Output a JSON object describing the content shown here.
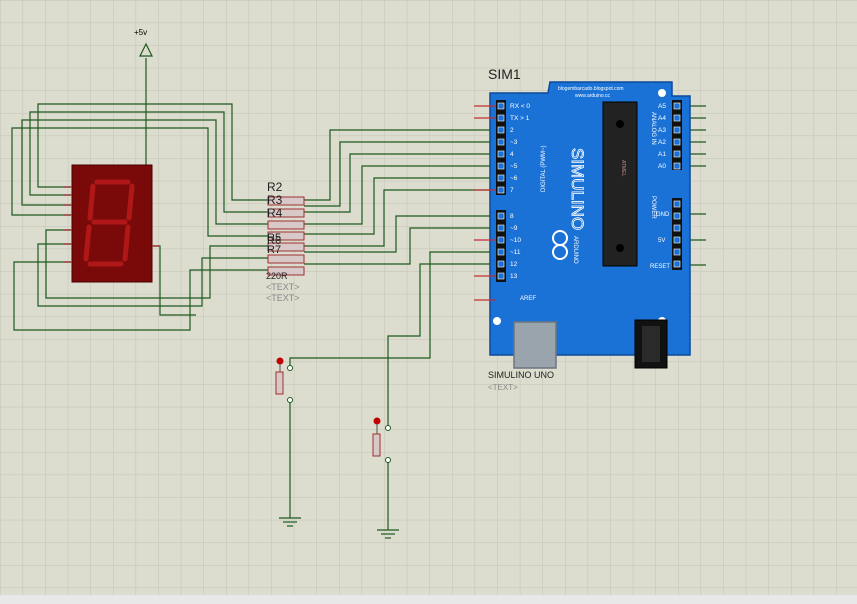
{
  "power": {
    "label": "+5v"
  },
  "arduino": {
    "ref": "SIM1",
    "name": "SIMULINO UNO",
    "text_placeholder": "<TEXT>",
    "brand": "SIMULINO",
    "arduino_word": "ARDUINO",
    "website1": "www.arduino.cc",
    "website2": "blogembarcado.blogspot.com",
    "digital_label": "DIGITAL (PWM~)",
    "analog_label": "ANALOG IN",
    "power_label": "POWER",
    "reset_label": "RESET",
    "aref_label": "AREF",
    "chip_label": "ATMEL",
    "digital_pins_top": [
      "RX < 0",
      "TX > 1",
      "2",
      "~3",
      "4",
      "~5",
      "~6",
      "7"
    ],
    "digital_pins_bottom": [
      "8",
      "~9",
      "~10",
      "~11",
      "12",
      "13"
    ],
    "analog_pins": [
      "A5",
      "A4",
      "A3",
      "A2",
      "A1",
      "A0"
    ],
    "power_pins": [
      "GND",
      "5V"
    ]
  },
  "resistors": {
    "labels": [
      "R2",
      "R3",
      "R4",
      "R5",
      "R6",
      "R7"
    ],
    "value": "220R",
    "text_placeholder": "<TEXT>"
  },
  "colors": {
    "background": "#dcdccf",
    "grid": "#c6c6b6",
    "wire": "#1e5a1e",
    "board": "#1a72d6",
    "display": "#7a0a0a",
    "segment": "#b01818",
    "pin": "#c0303a",
    "button_dot": "#c00000"
  }
}
